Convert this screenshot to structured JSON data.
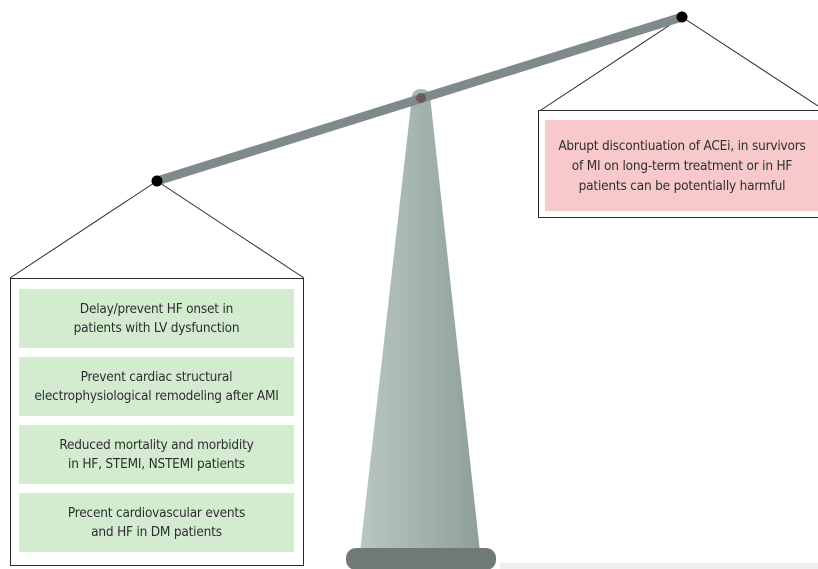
{
  "colors": {
    "benefit_card": "#d3ecd0",
    "harm_card": "#f8c9cb",
    "beam": "#7f8a8c",
    "pillar": "#a7b6b2",
    "base": "#6f7a77",
    "pivot": "#000000",
    "pin": "#6b5a55"
  },
  "scale": {
    "tilt": "right-side-up",
    "left_pan": {
      "items": [
        {
          "text": "Delay/prevent HF onset in\npatients with LV dysfunction"
        },
        {
          "text": "Prevent cardiac structural\nelectrophysiological remodeling after AMI"
        },
        {
          "text": "Reduced mortality and morbidity\nin HF, STEMI, NSTEMI patients"
        },
        {
          "text": "Precent cardiovascular events\nand HF in DM patients"
        }
      ]
    },
    "right_pan": {
      "items": [
        {
          "text": "Abrupt discontiuation of ACEi, in survivors\nof MI on long-term treatment or in HF\npatients can be potentially harmful"
        }
      ]
    }
  }
}
